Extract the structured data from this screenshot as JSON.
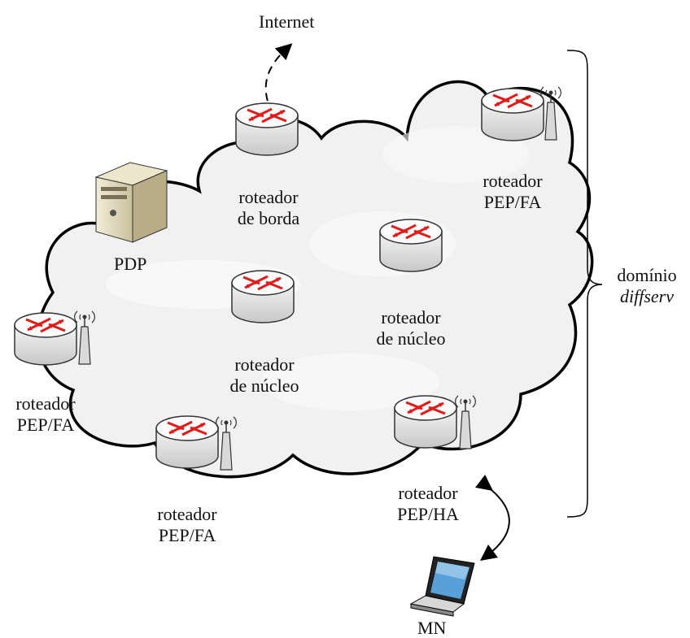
{
  "labels": {
    "internet": "Internet",
    "pdp": "PDP",
    "edge_router": [
      "roteador",
      "de borda"
    ],
    "core_router_left": [
      "roteador",
      "de núcleo"
    ],
    "core_router_right": [
      "roteador",
      "de núcleo"
    ],
    "router_top_right": [
      "roteador",
      "PEP/FA"
    ],
    "router_left": [
      "roteador",
      "PEP/FA"
    ],
    "router_bottom_left": [
      "roteador",
      "PEP/FA"
    ],
    "router_ha": [
      "roteador",
      "PEP/HA"
    ],
    "domain": [
      "domínio",
      "diffserv"
    ],
    "mobile_node": "MN"
  },
  "icons": [
    "cloud-shape",
    "server-icon",
    "router-icon",
    "antenna-icon",
    "laptop-icon",
    "dashed-arrow",
    "double-arrow",
    "brace"
  ]
}
